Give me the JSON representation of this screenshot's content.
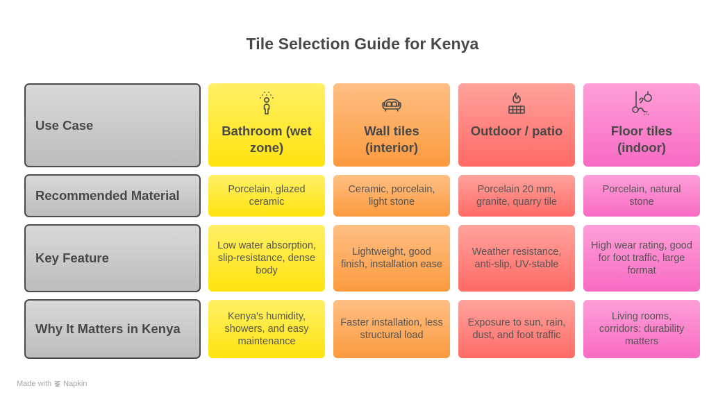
{
  "title": "Tile Selection Guide for Kenya",
  "rows": [
    {
      "label": "Use Case"
    },
    {
      "label": "Recommended Material"
    },
    {
      "label": "Key Feature"
    },
    {
      "label": "Why It Matters in Kenya"
    }
  ],
  "columns": [
    {
      "heading": "Bathroom (wet zone)",
      "icon": "shower-person-icon",
      "color": "#ffe81f",
      "material": "Porcelain, glazed ceramic",
      "feature": "Low water absorption, slip-resistance, dense body",
      "why": "Kenya's humidity, showers, and easy maintenance"
    },
    {
      "heading": "Wall tiles (interior)",
      "icon": "sofa-icon",
      "color": "#fca85a",
      "material": "Ceramic, porcelain, light stone",
      "feature": "Lightweight, good finish, installation ease",
      "why": "Faster installation, less structural load"
    },
    {
      "heading": "Outdoor / patio",
      "icon": "fire-grill-icon",
      "color": "#ff8580",
      "material": "Porcelain 20 mm, granite, quarry tile",
      "feature": "Weather resistance, anti-slip, UV-stable",
      "why": "Exposure to sun, rain, dust, and foot traffic"
    },
    {
      "heading": "Floor tiles (indoor)",
      "icon": "floor-cleaning-icon",
      "color": "#fa85cc",
      "material": "Porcelain, natural stone",
      "feature": "High wear rating, good for foot traffic, large format",
      "why": "Living rooms, corridors: durability matters"
    }
  ],
  "footer": {
    "made_with": "Made with",
    "brand": "Napkin"
  }
}
